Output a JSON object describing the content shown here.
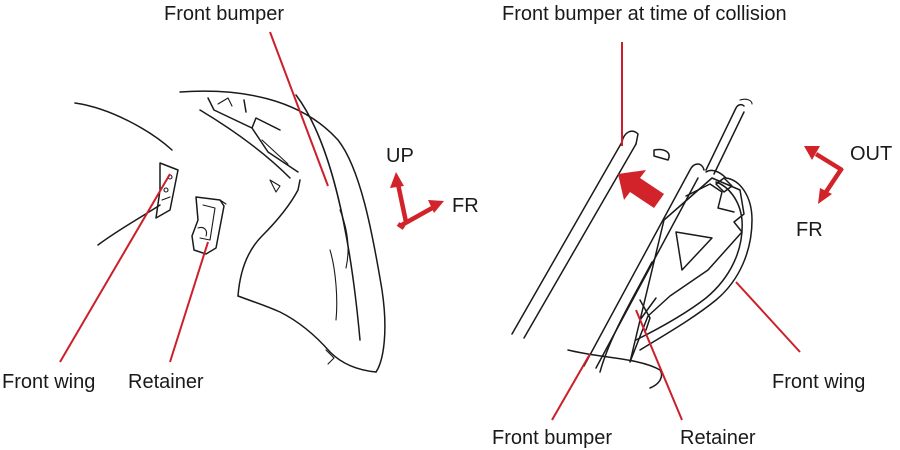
{
  "diagram": {
    "left": {
      "labels": {
        "front_bumper": "Front bumper",
        "front_wing": "Front wing",
        "retainer": "Retainer"
      },
      "direction": {
        "up": "UP",
        "fr": "FR"
      }
    },
    "right": {
      "labels": {
        "bumper_at_collision": "Front bumper at time of collision",
        "front_bumper": "Front bumper",
        "retainer": "Retainer",
        "front_wing": "Front wing"
      },
      "direction": {
        "out": "OUT",
        "fr": "FR"
      }
    },
    "colors": {
      "leader": "#cc1f2a",
      "arrow": "#d2232a",
      "ink": "#1a1a1a"
    }
  }
}
